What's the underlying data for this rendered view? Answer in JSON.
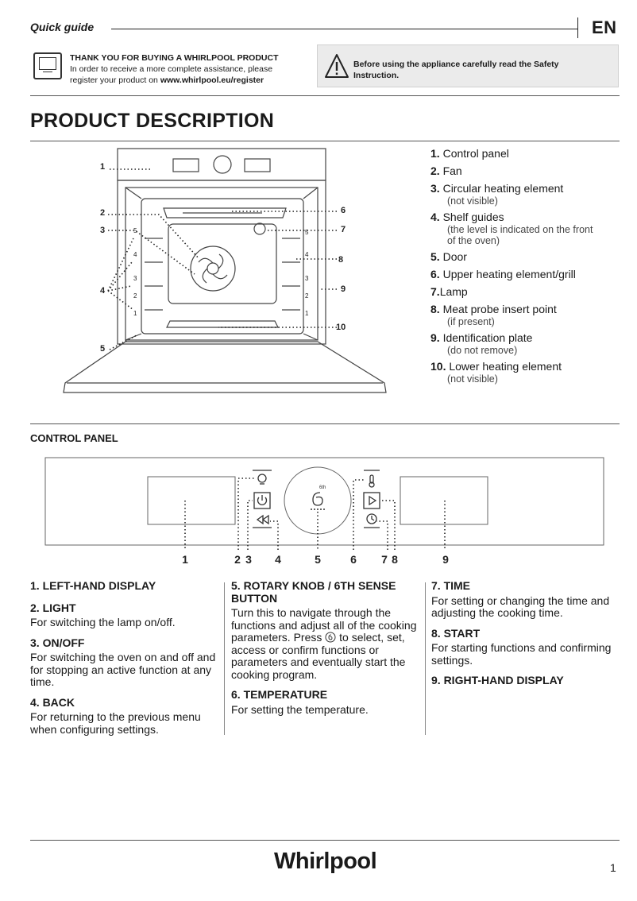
{
  "header": {
    "quick_guide": "Quick guide",
    "lang": "EN",
    "register_title": "THANK YOU FOR BUYING A WHIRLPOOL PRODUCT",
    "register_line1": "In order to receive a more complete assistance, please",
    "register_line2_pre": "register your product on ",
    "register_url": "www.whirlpool.eu/register",
    "safety_line1": "Before using the appliance carefully read the Safety",
    "safety_line2": "Instruction."
  },
  "product": {
    "title": "PRODUCT DESCRIPTION",
    "callouts": [
      "1",
      "2",
      "3",
      "4",
      "5",
      "6",
      "7",
      "8",
      "9",
      "10"
    ],
    "shelf_levels": [
      "1",
      "2",
      "3",
      "4",
      "5"
    ],
    "legend": [
      {
        "num": "1.",
        "label": "Control panel",
        "sub": ""
      },
      {
        "num": "2.",
        "label": "Fan",
        "sub": ""
      },
      {
        "num": "3.",
        "label": "Circular heating element",
        "sub": "(not visible)"
      },
      {
        "num": "4.",
        "label": "Shelf guides",
        "sub": "(the level is indicated on the front",
        "sub2": "of the oven)"
      },
      {
        "num": "5.",
        "label": "Door",
        "sub": ""
      },
      {
        "num": "6.",
        "label": "Upper heating element/grill",
        "sub": ""
      },
      {
        "num": "7.",
        "label": "Lamp",
        "sub": ""
      },
      {
        "num": "8.",
        "label": "Meat probe insert point",
        "sub": "(if present)"
      },
      {
        "num": "9.",
        "label": "Identification plate",
        "sub": "(do not remove)"
      },
      {
        "num": "10.",
        "label": "Lower heating element",
        "sub": "(not visible)"
      }
    ]
  },
  "control_panel": {
    "title": "CONTROL PANEL",
    "numbers": [
      "1",
      "2",
      "3",
      "4",
      "5",
      "6",
      "7",
      "8",
      "9"
    ],
    "knob_label": "6th",
    "col1": [
      {
        "heading": "1. LEFT-HAND DISPLAY",
        "text": ""
      },
      {
        "heading": "2. LIGHT",
        "text": "For switching the lamp on/off."
      },
      {
        "heading": "3. ON/OFF",
        "text": "For switching the oven on and off and for stopping an active function at any time."
      },
      {
        "heading": "4. BACK",
        "text": "For returning to the previous menu when configuring settings."
      }
    ],
    "col2": [
      {
        "heading": "5. ROTARY KNOB / 6TH SENSE BUTTON",
        "text_pre": "Turn this to navigate through the functions and adjust all of the cooking parameters. Press",
        "text_post": "to select, set, access or confirm functions or parameters and eventually start the cooking program."
      },
      {
        "heading": "6. TEMPERATURE",
        "text": "For setting the temperature."
      }
    ],
    "col3": [
      {
        "heading": "7. TIME",
        "text": "For setting or changing the time and adjusting the cooking time."
      },
      {
        "heading": "8. START",
        "text": "For starting functions and confirming settings."
      },
      {
        "heading": "9. RIGHT-HAND DISPLAY",
        "text": ""
      }
    ]
  },
  "footer": {
    "logo": "Whirlpool",
    "page": "1"
  }
}
